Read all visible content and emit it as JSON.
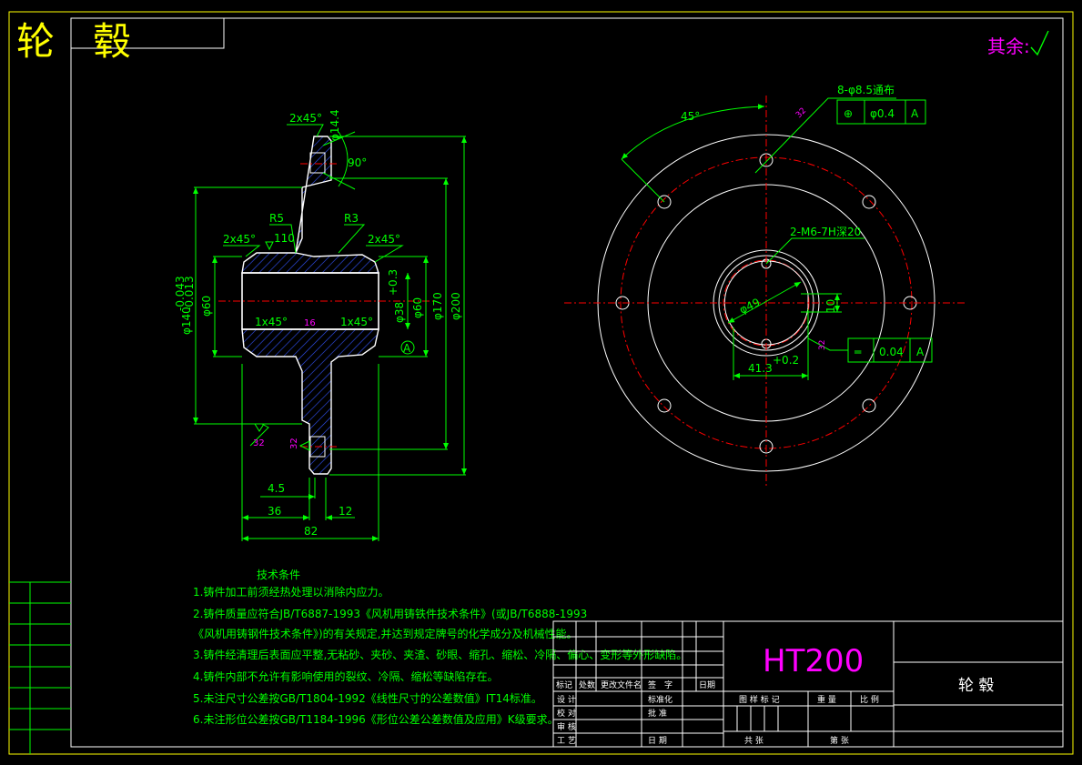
{
  "title": "轮　毂",
  "roughness_note": "其余:",
  "section_view": {
    "dims": {
      "chamfer_top": "2x45°",
      "d_flange_hole": "φ14.4",
      "angle": "90°",
      "r5": "R5",
      "r3": "R3",
      "chamfer_left": "2x45°",
      "chamfer_right": "2x45°",
      "d_140": "φ140",
      "d_140_tol_upper": "-0.043",
      "d_140_tol_lower": "-0.013",
      "d_60_left": "φ60",
      "d_38": "φ38",
      "d_38_tol": "+0.3",
      "d_60_right": "φ60",
      "d_170": "φ170",
      "d_200": "φ200",
      "bevel_left": "1x45°",
      "bevel_right": "1x45°",
      "rough_16": "16",
      "rough_110": "110",
      "rough_32_left": "32",
      "rough_32_right": "32",
      "datum": "A",
      "len_4_5": "4.5",
      "len_36": "36",
      "len_12": "12",
      "len_82": "82"
    }
  },
  "front_view": {
    "dims": {
      "angle_45": "45°",
      "holes_note": "8-φ8.5通布",
      "pos_symbol": "⊕",
      "pos_tol": "φ0.4",
      "pos_datum": "A",
      "thread_note": "2-M6-7H深20",
      "d_49": "φ49",
      "keyway_10": "10",
      "keyway_41": "41.3",
      "keyway_41_tol": "+0.2",
      "sym_symbol": "═",
      "sym_tol": "0.04",
      "sym_datum": "A",
      "rough_32_a": "32",
      "rough_32_b": "32"
    }
  },
  "tech_req": {
    "heading": "技术条件",
    "items": [
      "1.铸件加工前须经热处理以消除内应力。",
      "2.铸件质量应符合JB/T6887-1993《风机用铸铁件技术条件》(或JB/T6888-1993",
      "《风机用铸钢件技术条件》)的有关规定,并达到规定牌号的化学成分及机械性能。",
      "3.铸件经清理后表面应平整,无粘砂、夹砂、夹渣、砂眼、缩孔、缩松、冷隔、偏心、变形等外形缺陷。",
      "4.铸件内部不允许有影响使用的裂纹、冷隔、缩松等缺陷存在。",
      "5.未注尺寸公差按GB/T1804-1992《线性尺寸的公差数值》IT14标准。",
      "6.未注形位公差按GB/T1184-1996《形位公差公差数值及应用》K级要求。"
    ]
  },
  "title_block": {
    "material": "HT200",
    "part_name": "轮  毂",
    "hdr_mark": "标记",
    "hdr_count": "处数",
    "hdr_doc": "更改文件名",
    "hdr_sign": "签　字",
    "hdr_date": "日期",
    "design": "设  计",
    "check": "校  对",
    "review": "审  核",
    "process": "工  艺",
    "standardize": "标准化",
    "approve": "批  准",
    "date": "日  期",
    "stage_mark": "图 样 标 记",
    "weight": "重  量",
    "scale": "比 例",
    "total": "共      张",
    "sheet": "第      张"
  }
}
